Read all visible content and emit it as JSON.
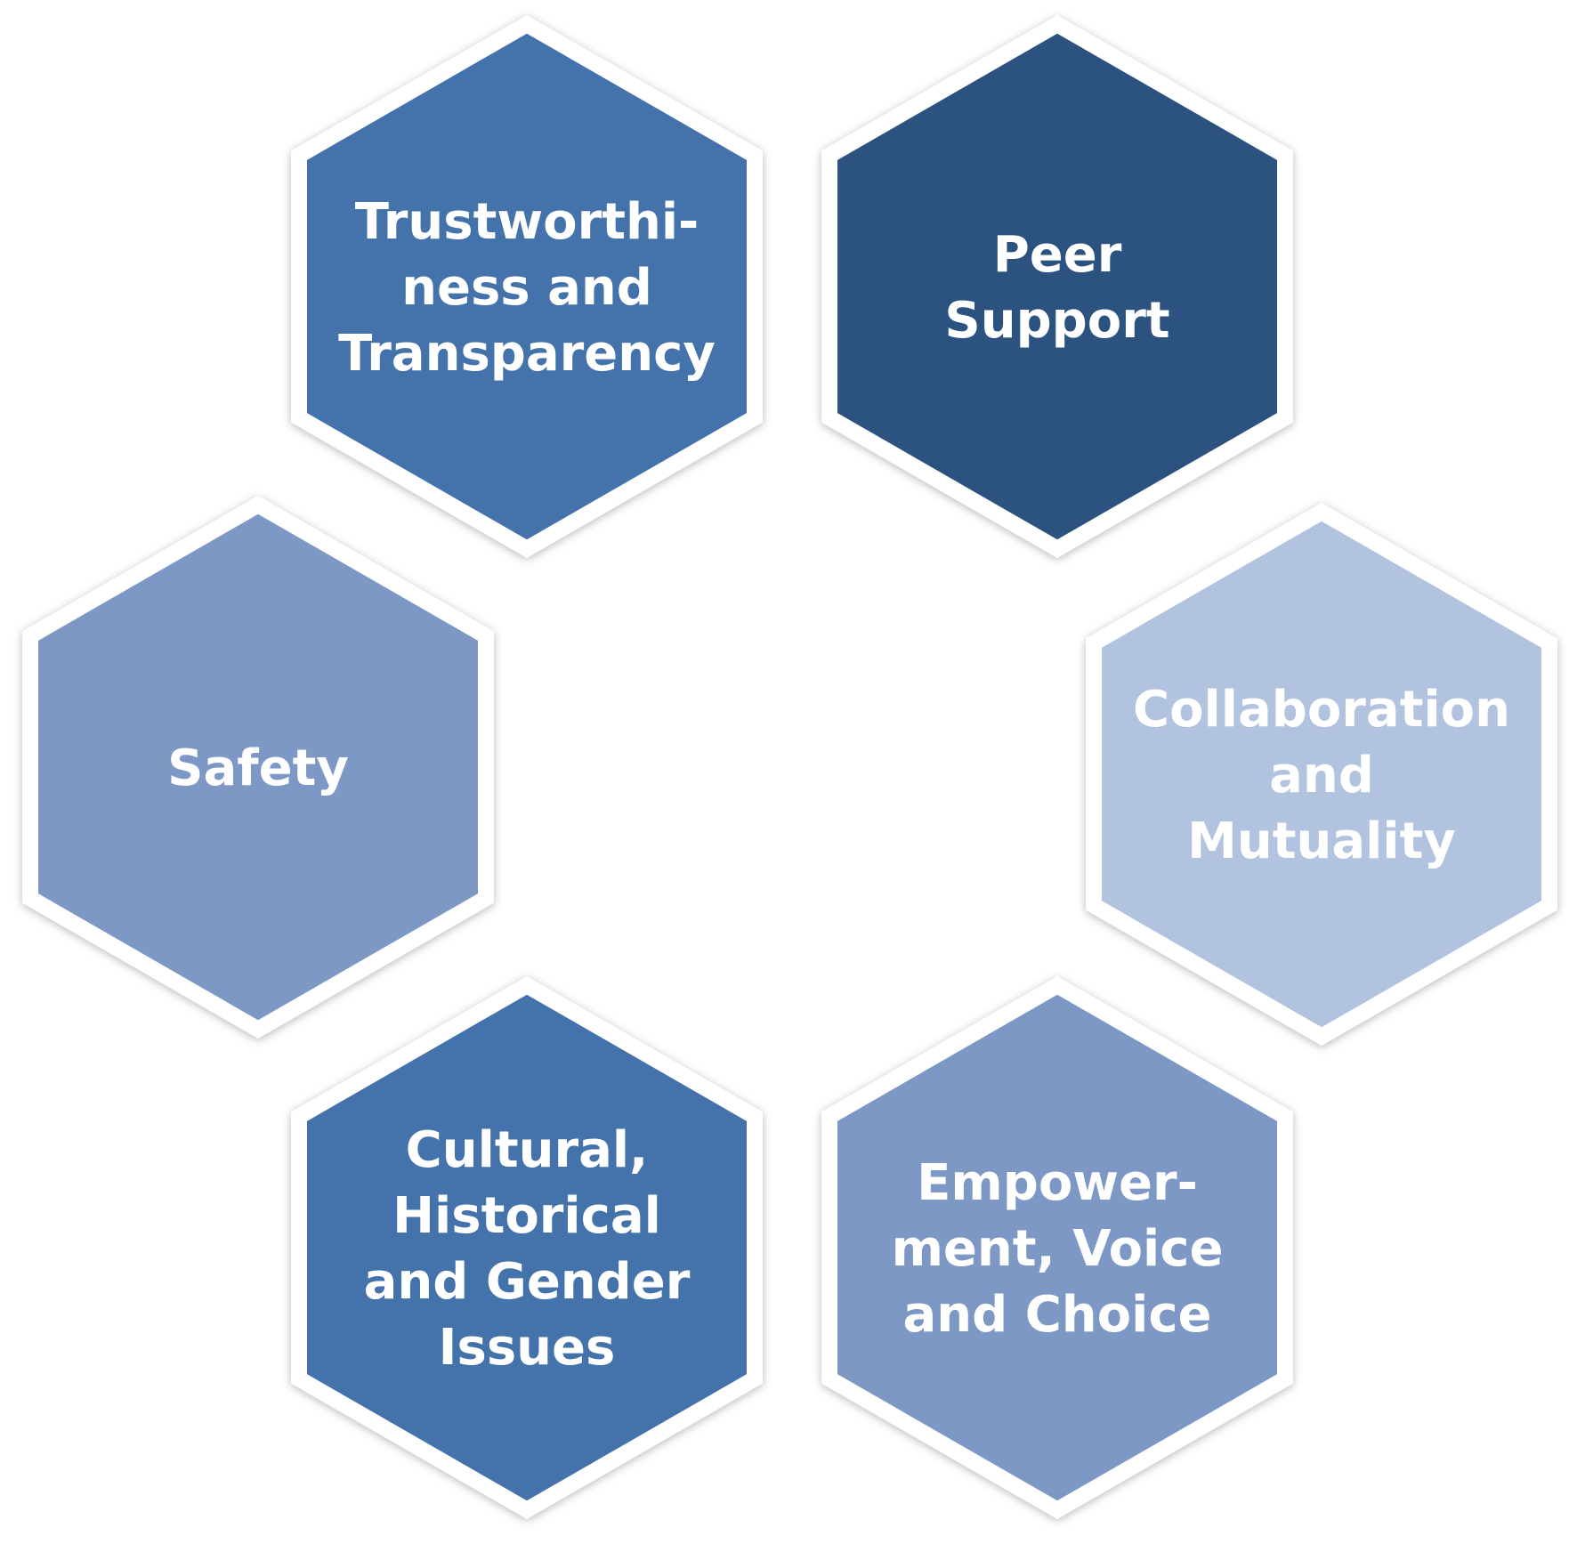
{
  "diagram": {
    "hexagons": [
      {
        "id": "trustworthiness",
        "lines": [
          "Trustworthi-",
          "ness and",
          "Transparency"
        ],
        "color": "#4472AA"
      },
      {
        "id": "peer-support",
        "lines": [
          "Peer",
          "Support"
        ],
        "color": "#2C527F"
      },
      {
        "id": "safety",
        "lines": [
          "Safety"
        ],
        "color": "#7D98C4"
      },
      {
        "id": "collaboration",
        "lines": [
          "Collaboration",
          "and",
          "Mutuality"
        ],
        "color": "#B1C3DE"
      },
      {
        "id": "cultural",
        "lines": [
          "Cultural,",
          "Historical",
          "and Gender",
          "Issues"
        ],
        "color": "#4472AA"
      },
      {
        "id": "empowerment",
        "lines": [
          "Empower-",
          "ment, Voice",
          "and Choice"
        ],
        "color": "#7D98C4"
      }
    ]
  }
}
